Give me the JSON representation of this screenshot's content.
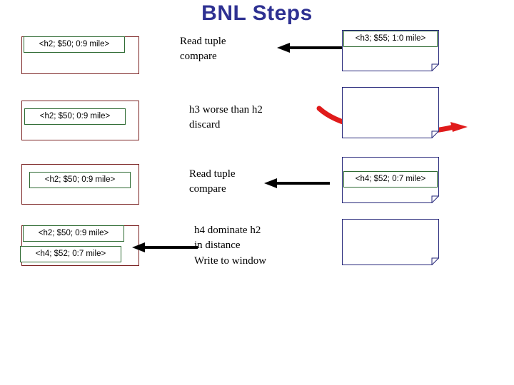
{
  "title": "BNL Steps",
  "colors": {
    "title": "#2E3192",
    "window_border": "#7B2222",
    "tuple_border": "#2F6B33",
    "page_border": "#26277A",
    "arrow_black": "#000000",
    "arrow_red": "#E01B1B",
    "background": "#FFFFFF"
  },
  "rows": [
    {
      "id": "row-1",
      "window_tuples": [
        "<h2; $50; 0:9 mile>"
      ],
      "note": "Read tuple\ncompare",
      "arrow": {
        "name": "black-arrow-left",
        "direction": "left",
        "color": "#000000"
      },
      "page_tuples": [
        "<h3; $55; 1:0 mile>"
      ]
    },
    {
      "id": "row-2",
      "window_tuples": [
        "<h2; $50; 0:9 mile>"
      ],
      "note": "h3 worse than h2\ndiscard",
      "arrow": {
        "name": "red-curved-arrow-right",
        "direction": "right",
        "color": "#E01B1B"
      },
      "page_tuples": []
    },
    {
      "id": "row-3",
      "window_tuples": [
        "<h2; $50; 0:9 mile>"
      ],
      "note": "Read tuple\ncompare",
      "arrow": {
        "name": "black-arrow-left",
        "direction": "left",
        "color": "#000000"
      },
      "page_tuples": [
        "<h4; $52; 0:7 mile>"
      ]
    },
    {
      "id": "row-4",
      "window_tuples": [
        "<h2; $50; 0:9 mile>",
        "<h4; $52; 0:7 mile>"
      ],
      "note": "h4 dominate h2\nin distance\nWrite to window",
      "arrow": {
        "name": "black-arrow-left",
        "direction": "left",
        "color": "#000000"
      },
      "page_tuples": []
    }
  ]
}
